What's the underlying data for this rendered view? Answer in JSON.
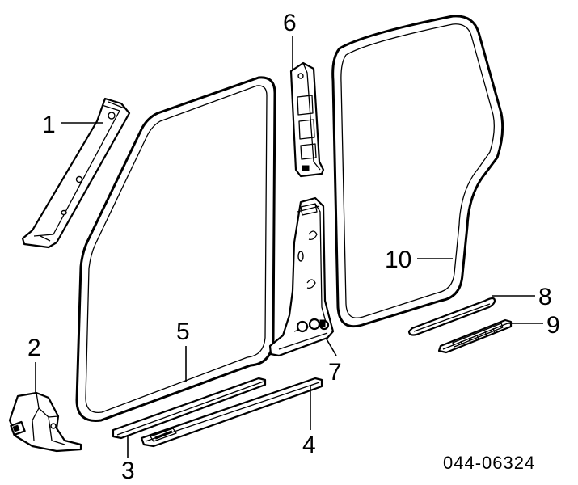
{
  "diagram": {
    "callouts": [
      {
        "id": "1",
        "label": "1"
      },
      {
        "id": "2",
        "label": "2"
      },
      {
        "id": "3",
        "label": "3"
      },
      {
        "id": "4",
        "label": "4"
      },
      {
        "id": "5",
        "label": "5"
      },
      {
        "id": "6",
        "label": "6"
      },
      {
        "id": "7",
        "label": "7"
      },
      {
        "id": "8",
        "label": "8"
      },
      {
        "id": "9",
        "label": "9"
      },
      {
        "id": "10",
        "label": "10"
      }
    ],
    "reference_code": "044-06324"
  },
  "colors": {
    "line": "#000000",
    "background": "#ffffff"
  }
}
